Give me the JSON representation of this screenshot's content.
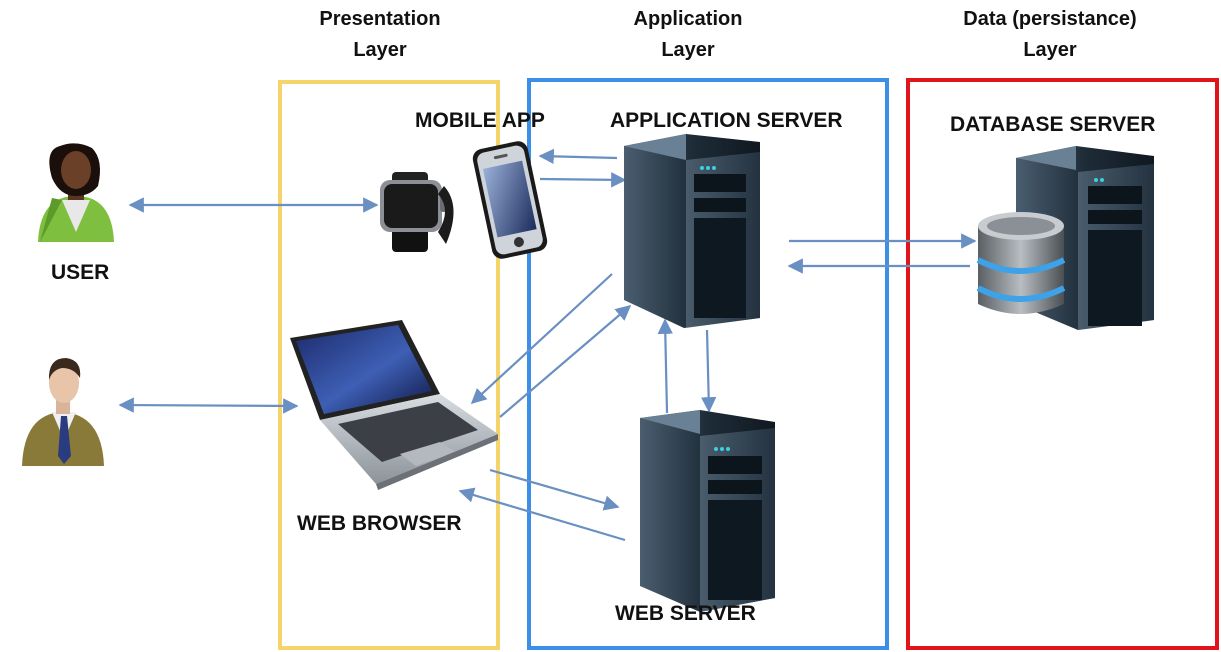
{
  "layers": [
    {
      "line1": "Presentation",
      "line2": "Layer",
      "color": "#f5d56b"
    },
    {
      "line1": "Application",
      "line2": "Layer",
      "color": "#3b8fe6"
    },
    {
      "line1": "Data (persistance)",
      "line2": "Layer",
      "color": "#e0141a"
    }
  ],
  "labels": {
    "mobile_app": "MOBILE APP",
    "application_server": "APPLICATION SERVER",
    "database_server": "DATABASE SERVER",
    "user": "USER",
    "web_browser": "WEB BROWSER",
    "web_server": "WEB SERVER"
  },
  "colors": {
    "arrow": "#6a8fc2",
    "server_body": "#2a3a4a",
    "skin_user1": "#6b4028",
    "jacket_user1": "#7fbf3f",
    "jacket_user2": "#8a7a3a"
  }
}
